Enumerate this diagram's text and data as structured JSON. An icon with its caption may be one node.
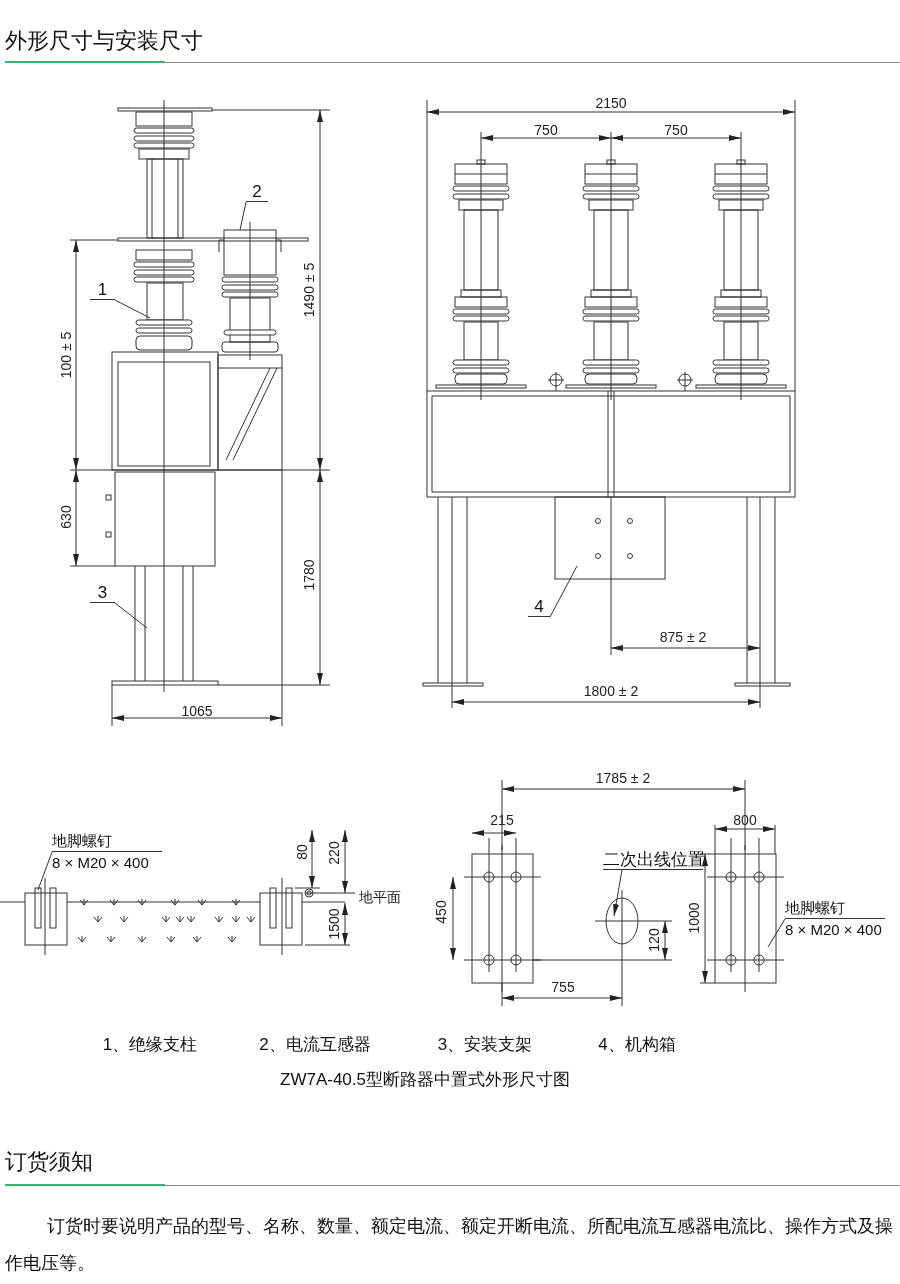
{
  "diagram": {
    "title": "外形尺寸与安装尺寸",
    "caption": "ZW7A-40.5型断路器中置式外形尺寸图",
    "nodes": [
      {
        "text": [
          "1"
        ]
      },
      {
        "text": [
          "2"
        ]
      },
      {
        "text": [
          "3"
        ]
      },
      {
        "text": [
          "4"
        ]
      },
      {
        "text": [
          "地脚螺钉",
          "8 × M20 × 400"
        ]
      },
      {
        "text": [
          "二次出线位置"
        ]
      },
      {
        "text": [
          "地脚螺钉",
          "8 × M20 × 400"
        ]
      }
    ],
    "edges": [
      {
        "from": 0,
        "to": null,
        "arrow": "none"
      },
      {
        "from": 1,
        "to": null,
        "arrow": "none"
      },
      {
        "from": 2,
        "to": null,
        "arrow": "none"
      },
      {
        "from": 3,
        "to": null,
        "arrow": "none"
      },
      {
        "from": 4,
        "to": null,
        "arrow": "none"
      },
      {
        "from": 5,
        "to": null,
        "arrow": "to"
      },
      {
        "from": 6,
        "to": null,
        "arrow": "none"
      }
    ],
    "labels": [
      "100 ± 5",
      "1490 ± 5",
      "630",
      "1780",
      "1065",
      "2150",
      "750",
      "750",
      "875 ± 2",
      "1800 ± 2",
      "80",
      "220",
      "地平面",
      "1500",
      "1785 ± 2",
      "215",
      "800",
      "450",
      "120",
      "1000",
      "755",
      "1、绝缘支柱",
      "2、电流互感器",
      "3、安装支架",
      "4、机构箱",
      "订货须知",
      "订货时要说明产品的型号、名称、数量、额定电流、额定开断电流、所配电流互感器电流比、操作方式及操作电压等。"
    ]
  }
}
